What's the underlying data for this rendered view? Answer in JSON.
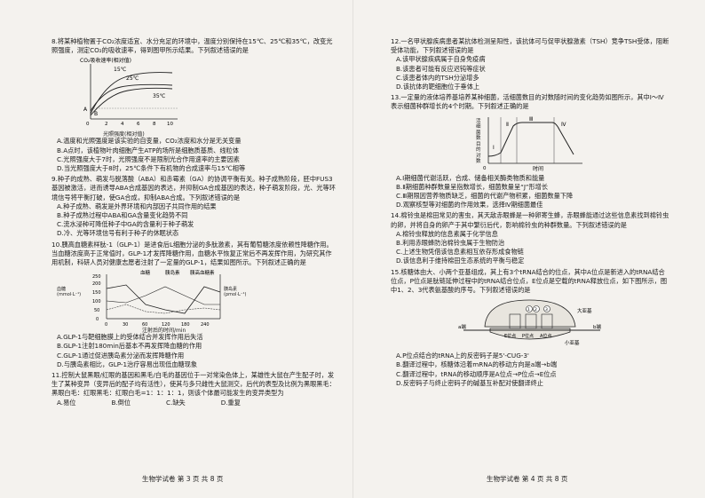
{
  "left": {
    "q8": {
      "stem": "8.将某种植物置于CO₂浓度适宜、水分充足的环境中，温度分别保持在15℃、25℃和35℃，改变光照强度，测定CO₂的吸收速率，得到图甲所示结果。下列叙述错误的是",
      "fig": {
        "ylabel": "CO₂吸收速率(相对值)",
        "xlabel": "光照强度(相对值)",
        "t15": "15℃",
        "t25": "25℃",
        "t35": "35℃",
        "ptA": "A",
        "ptB": "B",
        "o": "0",
        "ticks": [
          "2",
          "4",
          "6",
          "8",
          "10"
        ]
      },
      "options": [
        "A.温度和光照强度是该实验的自变量，CO₂浓度和水分是无关变量",
        "B.A点时，该植物叶肉细胞产生ATP的场所是细胞质基质、线粒体",
        "C.光照强度大于7时，光照强度不是限制光合作用速率的主要因素",
        "D.当光照强度大于8时，25℃条件下有机物的合成速率与15℃相等"
      ]
    },
    "q9": {
      "stem": "9.种子的成熟、萌发与脱落酸（ABA）和赤霉素（GA）的协调平衡有关。种子成熟阶段，胚中FUS3基因被激活，进而诱导ABA合成基因的表达，并抑制GA合成基因的表达，种子萌发阶段，光、光等环境信号将平衡打破，使GA合成，抑制ABA合成。下列叙述错误的是",
      "options": [
        "A.种子成熟、萌发是外界环境和内部因子共同作用的结果",
        "B.种子成熟过程中ABA和GA含量变化趋势不同",
        "C.流水浸种可降低种子中GA的含量利于种子萌发",
        "D.冷、光等环境信号有利于种子的休眠状态"
      ]
    },
    "q10": {
      "stem": "10.胰高血糖素样肽-1（GLP-1）是进食后L细胞分泌的多肽激素，其有葡萄糖浓度依赖性降糖作用。当血糖浓度高于正常值时，GLP-1才发挥降糖作用，血糖水平恢复正常后不再发挥作用，为研究其作用机制，科研人员对健康志愿者注射了一定量的GLP-1，结果如图所示。下列叙述正确的是",
      "fig": {
        "y1label": "血糖(mmol·L⁻¹)",
        "y2label": "胰岛素(pmol·L⁻¹)",
        "xlabel": "注射后的时间/min",
        "legend1": "血糖",
        "legend2": "胰岛素",
        "legend3": "胰高血糖素",
        "yticks": [
          "0",
          "50",
          "100",
          "150",
          "200",
          "250"
        ],
        "xticks": [
          "0",
          "30",
          "60",
          "120",
          "180",
          "240"
        ]
      },
      "options": [
        "A.GLP-1与靶细胞膜上的受体结合并发挥作用后失活",
        "B.GLP-1注射180min后基本不再发挥降血糖的作用",
        "C.GLP-1通过促进胰岛素分泌而发挥降糖作用",
        "D.与胰岛素相比，GLP-1治疗容易出现低血糖现象"
      ]
    },
    "q11": {
      "stem": "11.控制大鼠黑眼/红眼的基因和黑毛/白毛的基因位于一对常染色体上，某雄性大鼠在产生配子时，发生了某种变异（变异后的配子均有活性），使其与多只雌性大鼠测交，后代的表型及比例为黑眼黑毛：黑眼白毛：红眼黑毛：红眼白毛=1：1：1：1，则该个体最可能发生的变异类型为",
      "options": [
        "A.易位",
        "B.倒位",
        "C.缺失",
        "D.重复"
      ]
    },
    "footer": "生物学试卷 第 3 页 共 8 页"
  },
  "right": {
    "q12": {
      "stem": "12.一名甲状腺疾病患者某抗体检测呈阳性，该抗体可与促甲状腺激素（TSH）竞争TSH受体，阻断受体功能，下列叙述错误的是",
      "options": [
        "A.该甲状腺疾病属于自身免疫病",
        "B.该患者可能有反应迟钝等症状",
        "C.该患者体内的TSH分泌增多",
        "D.该抗体的靶细胞位于垂体上"
      ]
    },
    "q13": {
      "stem": "13.一定量的液体培养基培养某种细菌，活细菌数目的对数随时间的变化趋势如图所示，其中Ⅰ～Ⅳ表示细菌种群增长的4个时期。下列叙述正确的是",
      "fig": {
        "ylabel": "活细菌数目的对数",
        "xlabel": "时间",
        "o": "0",
        "p1": "Ⅰ",
        "p2": "Ⅱ",
        "p3": "Ⅲ",
        "p4": "Ⅳ"
      },
      "options": [
        "A.Ⅰ期细菌代谢活跃，合成、储备相关酶类物质和能量",
        "B.Ⅱ期细菌种群数量呈指数增长，细菌数量呈“J”形增长",
        "C.Ⅲ期限因营养物质缺乏，细菌的代谢产物积累，细菌数量下降",
        "D.观察核型等对细菌的作用效果，选择Ⅳ期细菌最佳"
      ]
    },
    "q14": {
      "stem": "14.棉铃虫是棉田常见的害虫，其天敌赤眼蜂是一种卵寄生蜂，赤眼蜂能通过这些信息素找到棉铃虫的卵，并将自身的卵产于其中繁衍后代，影响棉铃虫的种群数量。下列叙述错误的是",
      "options": [
        "A.棉铃虫释放的信息素属于化学信息",
        "B.利用赤眼蜂防治棉铃虫属于生物防治",
        "C.上述生物凭借该信息素相互依存形成食物链",
        "D.该信息利于维持棉田生态系统的平衡与稳定"
      ]
    },
    "q15": {
      "stem": "15.核糖体由大、小两个亚基组成，其上有3个tRNA结合的位点，其中A位点是新进入的tRNA结合位点，P位点是肽链延伸过程中的tRNA结合位点，E位点是空载的tRNA释放位点，如下图所示，图中1、2、3代表氨基酸的序号。下列叙述错误的是",
      "fig": {
        "big": "大亚基",
        "small": "小亚基",
        "a": "a端",
        "b": "b端",
        "e": "E位点",
        "p": "P位点",
        "asite": "A位点",
        "n1": "1",
        "n2": "2",
        "n3": "3"
      },
      "options": [
        "A.P位点结合的tRNA上的反密码子是5'-CUG-3'",
        "B.翻译过程中，核糖体沿着mRNA的移动方向是a端→b端",
        "C.翻译过程中，tRNA的移动顺序是A位点→P位点→E位点",
        "D.反密码子与终止密码子的碱基互补配对使翻译终止"
      ]
    },
    "footer": "生物学试卷 第 4 页 共 8 页"
  }
}
